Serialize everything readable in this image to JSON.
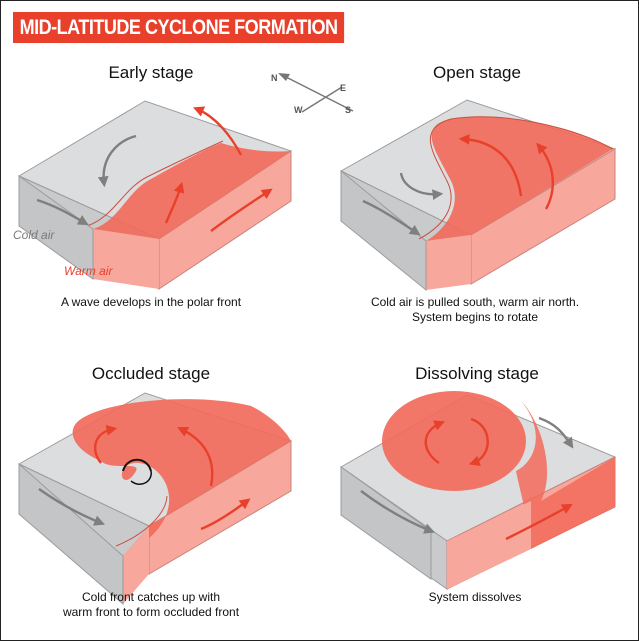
{
  "title": "MID-LATITUDE CYCLONE FORMATION",
  "compass": {
    "north": "N",
    "east": "E",
    "south": "S",
    "west": "W"
  },
  "panels": [
    {
      "stage": "Early stage",
      "caption_line1": "A wave develops in the polar front",
      "caption_line2": ""
    },
    {
      "stage": "Open stage",
      "caption_line1": "Cold air is pulled south, warm air north.",
      "caption_line2": "System begins to rotate"
    },
    {
      "stage": "Occluded stage",
      "caption_line1": "Cold front catches up with",
      "caption_line2": "warm front to form occluded front"
    },
    {
      "stage": "Dissolving stage",
      "caption_line1": "System dissolves",
      "caption_line2": ""
    }
  ],
  "labels": {
    "cold_air": "Cold air",
    "warm_air": "Warm air"
  },
  "colors": {
    "accent": "#e8402b",
    "cold_air": "#d2d3d5",
    "warm_air": "#f26b5b",
    "warm_arrow": "#e8402b",
    "cold_arrow": "#808080"
  }
}
